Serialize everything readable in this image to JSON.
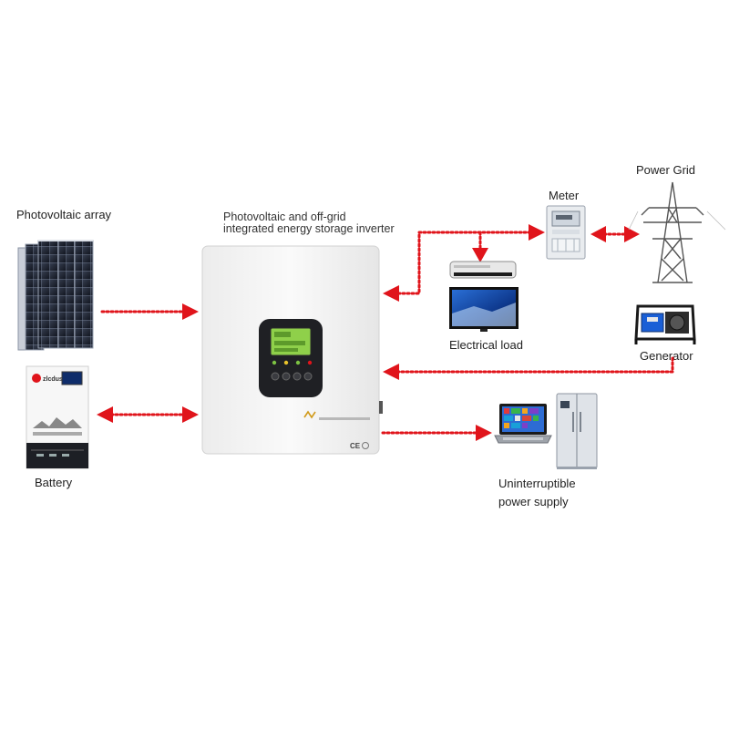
{
  "labels": {
    "pv_array": "Photovoltaic array",
    "inverter": "Photovoltaic and off-grid integrated energy storage inverter",
    "meter": "Meter",
    "power_grid": "Power Grid",
    "electrical_load": "Electrical load",
    "generator": "Generator",
    "battery": "Battery",
    "ups_line1": "Uninterruptible",
    "ups_line2": "power supply"
  },
  "icons": {
    "solar": "solar-panel-icon",
    "battery": "battery-cabinet-icon",
    "inverter": "inverter-unit-icon",
    "meter": "electric-meter-icon",
    "tower": "transmission-tower-icon",
    "generator": "generator-icon",
    "ac": "air-conditioner-icon",
    "tv": "television-icon",
    "laptop": "laptop-icon",
    "fridge": "refrigerator-icon"
  },
  "colors": {
    "arrow": "#e0141b",
    "inverter_body": "#f4f4f4",
    "lcd": "#8fd04a",
    "panel": "#1e2330"
  }
}
